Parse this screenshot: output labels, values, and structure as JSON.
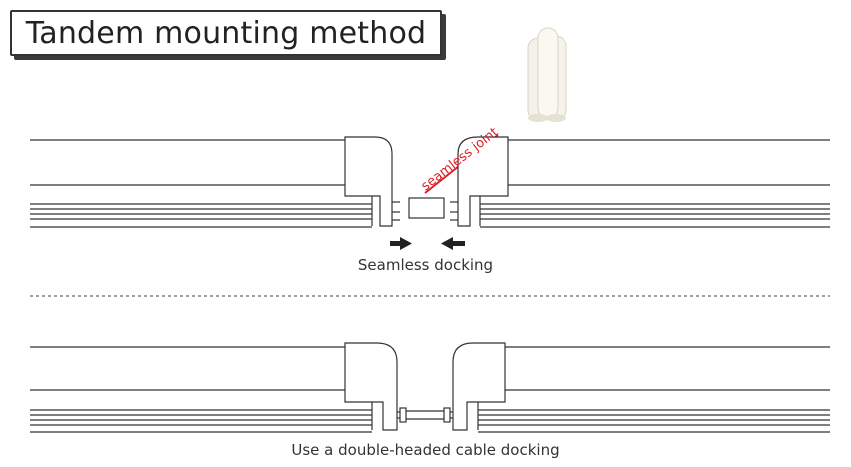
{
  "title": "Tandem mounting method",
  "joint_label": "seamless joint",
  "caption_top": "Seamless docking",
  "caption_bottom": "Use a double-headed cable docking",
  "colors": {
    "accent": "#d9222a",
    "line": "#333333",
    "connector": "#f4f1e8"
  },
  "icons": [
    "arrow-right-icon",
    "arrow-left-icon",
    "connector-plug-icon"
  ]
}
